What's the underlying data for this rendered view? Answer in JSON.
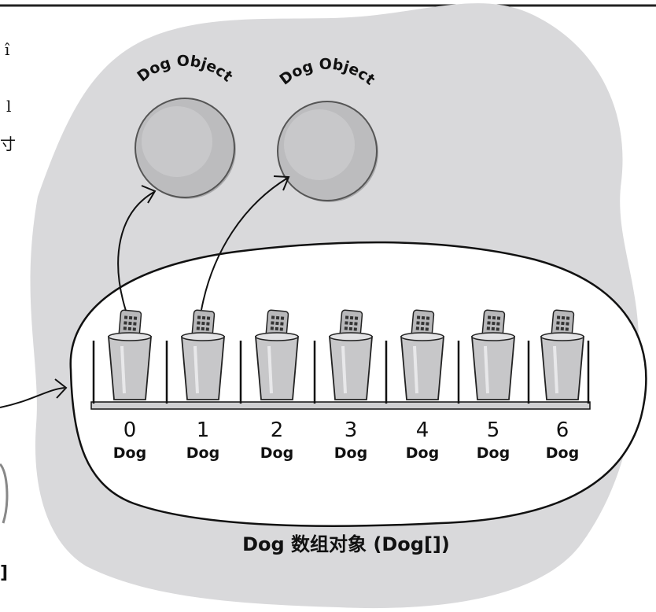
{
  "object_labels": [
    "Dog Object",
    "Dog Object"
  ],
  "slots": [
    {
      "index": "0",
      "type": "Dog",
      "connected": true
    },
    {
      "index": "1",
      "type": "Dog",
      "connected": true
    },
    {
      "index": "2",
      "type": "Dog",
      "connected": false
    },
    {
      "index": "3",
      "type": "Dog",
      "connected": false
    },
    {
      "index": "4",
      "type": "Dog",
      "connected": false
    },
    {
      "index": "5",
      "type": "Dog",
      "connected": false
    },
    {
      "index": "6",
      "type": "Dog",
      "connected": false
    }
  ],
  "array_caption": "Dog 数组对象 (Dog[])",
  "left_margin_fragments": [
    "î",
    "l",
    "寸",
    "]"
  ],
  "colors": {
    "heap": "#d9d9db",
    "ball": "#bcbcbe",
    "ink": "#111111",
    "cup": "#c7c7c9",
    "remote": "#b8b8ba"
  }
}
